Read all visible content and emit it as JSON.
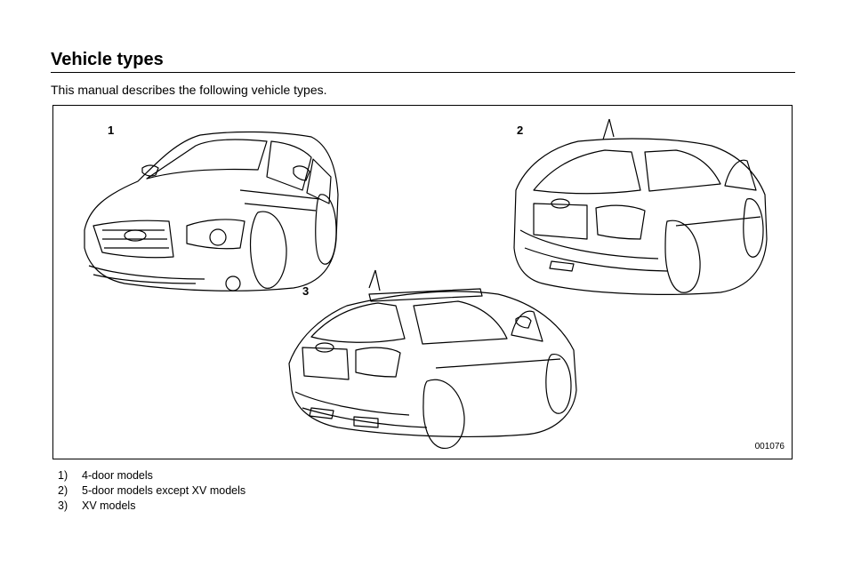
{
  "heading": "Vehicle types",
  "intro": "This manual describes the following vehicle types.",
  "figure": {
    "code": "001076",
    "callouts": [
      "1",
      "2",
      "3"
    ]
  },
  "legend": [
    {
      "num": "1)",
      "text": "4-door models"
    },
    {
      "num": "2)",
      "text": "5-door models except XV models"
    },
    {
      "num": "3)",
      "text": "XV models"
    }
  ]
}
